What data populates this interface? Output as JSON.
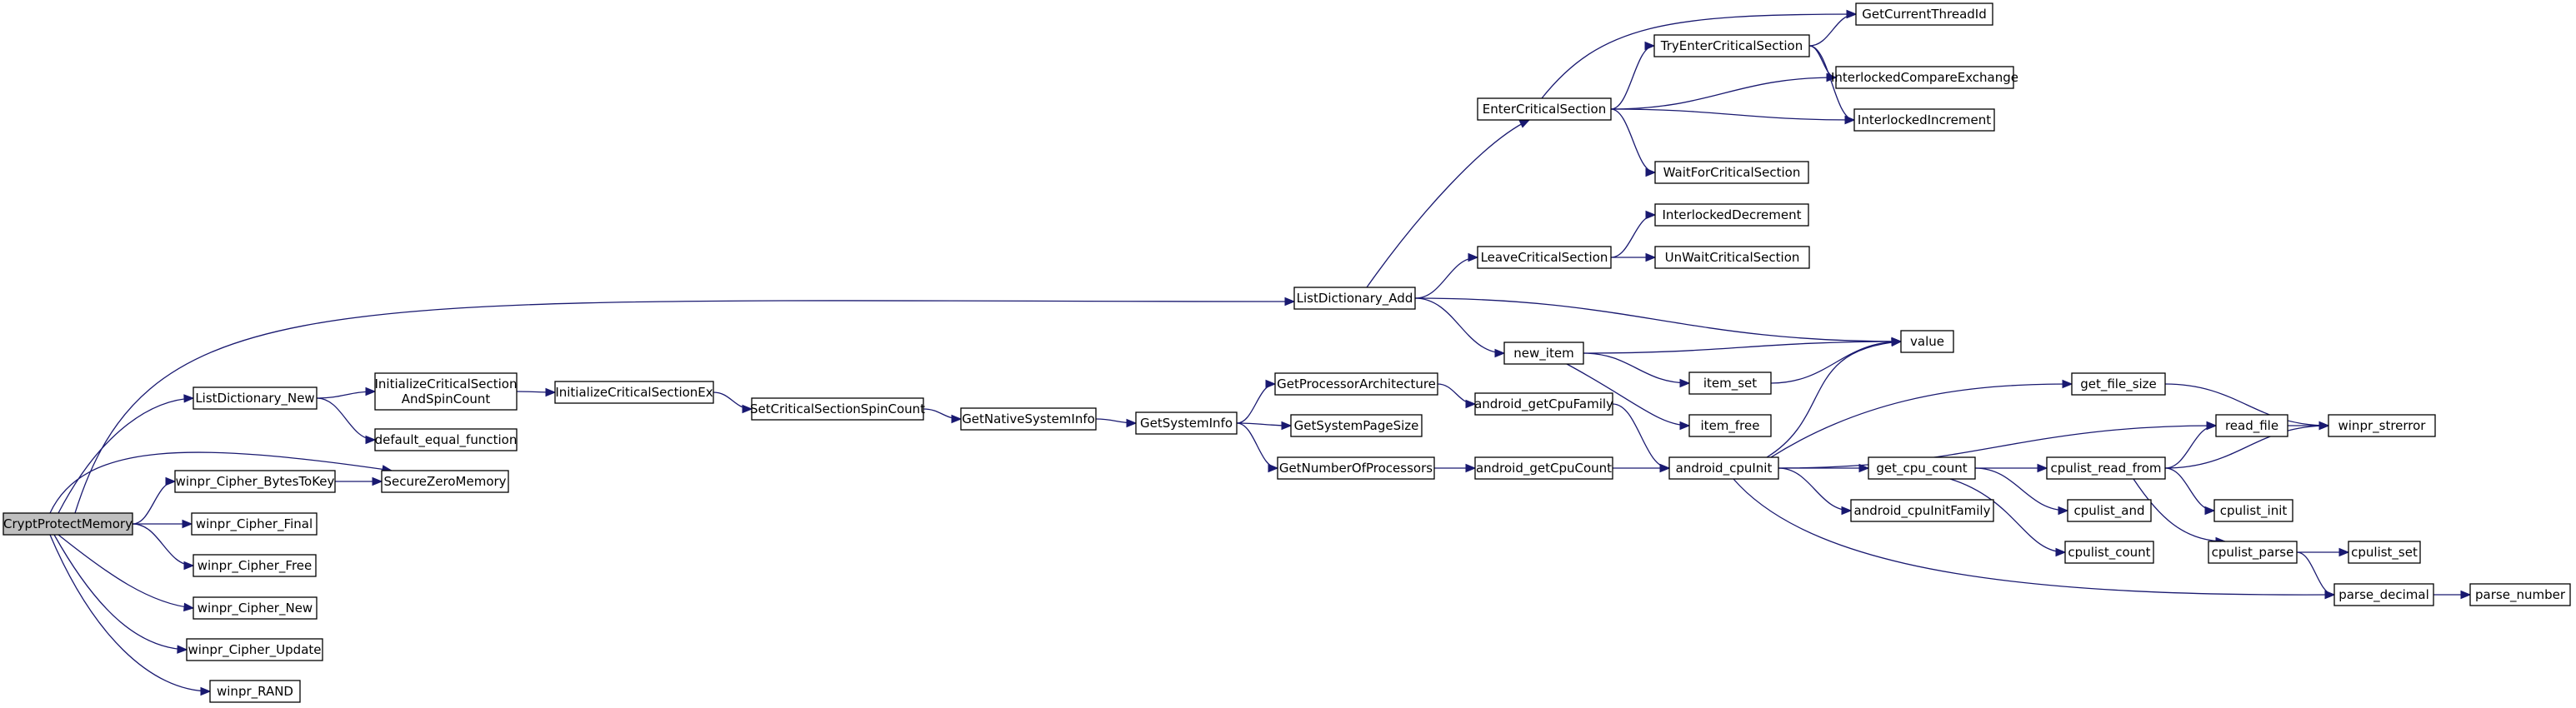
{
  "diagram": {
    "type": "call-graph",
    "colors": {
      "edge": "#191970",
      "node_border": "#000000",
      "root_fill": "#bfbfbf",
      "node_fill": "#ffffff"
    },
    "nodes": [
      {
        "id": "CryptProtectMemory",
        "lines": [
          "CryptProtectMemory"
        ],
        "root": true
      },
      {
        "id": "ListDictionary_Add",
        "lines": [
          "ListDictionary_Add"
        ]
      },
      {
        "id": "ListDictionary_New",
        "lines": [
          "ListDictionary_New"
        ]
      },
      {
        "id": "SecureZeroMemory",
        "lines": [
          "SecureZeroMemory"
        ]
      },
      {
        "id": "winpr_Cipher_BytesToKey",
        "lines": [
          "winpr_Cipher_BytesToKey"
        ]
      },
      {
        "id": "winpr_Cipher_Final",
        "lines": [
          "winpr_Cipher_Final"
        ]
      },
      {
        "id": "winpr_Cipher_Free",
        "lines": [
          "winpr_Cipher_Free"
        ]
      },
      {
        "id": "winpr_Cipher_New",
        "lines": [
          "winpr_Cipher_New"
        ]
      },
      {
        "id": "winpr_Cipher_Update",
        "lines": [
          "winpr_Cipher_Update"
        ]
      },
      {
        "id": "winpr_RAND",
        "lines": [
          "winpr_RAND"
        ]
      },
      {
        "id": "EnterCriticalSection",
        "lines": [
          "EnterCriticalSection"
        ]
      },
      {
        "id": "LeaveCriticalSection",
        "lines": [
          "LeaveCriticalSection"
        ]
      },
      {
        "id": "new_item",
        "lines": [
          "new_item"
        ]
      },
      {
        "id": "value",
        "lines": [
          "value"
        ]
      },
      {
        "id": "TryEnterCriticalSection",
        "lines": [
          "TryEnterCriticalSection"
        ]
      },
      {
        "id": "GetCurrentThreadId",
        "lines": [
          "GetCurrentThreadId"
        ]
      },
      {
        "id": "InterlockedCompareExchange",
        "lines": [
          "InterlockedCompareExchange"
        ]
      },
      {
        "id": "InterlockedIncrement",
        "lines": [
          "InterlockedIncrement"
        ]
      },
      {
        "id": "WaitForCriticalSection",
        "lines": [
          "WaitForCriticalSection"
        ]
      },
      {
        "id": "InterlockedDecrement",
        "lines": [
          "InterlockedDecrement"
        ]
      },
      {
        "id": "UnWaitCriticalSection",
        "lines": [
          "UnWaitCriticalSection"
        ]
      },
      {
        "id": "item_set",
        "lines": [
          "item_set"
        ]
      },
      {
        "id": "item_free",
        "lines": [
          "item_free"
        ]
      },
      {
        "id": "InitializeCriticalSectionAndSpinCount",
        "lines": [
          "InitializeCriticalSection",
          "AndSpinCount"
        ]
      },
      {
        "id": "default_equal_function",
        "lines": [
          "default_equal_function"
        ]
      },
      {
        "id": "InitializeCriticalSectionEx",
        "lines": [
          "InitializeCriticalSectionEx"
        ]
      },
      {
        "id": "SetCriticalSectionSpinCount",
        "lines": [
          "SetCriticalSectionSpinCount"
        ]
      },
      {
        "id": "GetNativeSystemInfo",
        "lines": [
          "GetNativeSystemInfo"
        ]
      },
      {
        "id": "GetSystemInfo",
        "lines": [
          "GetSystemInfo"
        ]
      },
      {
        "id": "GetProcessorArchitecture",
        "lines": [
          "GetProcessorArchitecture"
        ]
      },
      {
        "id": "GetSystemPageSize",
        "lines": [
          "GetSystemPageSize"
        ]
      },
      {
        "id": "GetNumberOfProcessors",
        "lines": [
          "GetNumberOfProcessors"
        ]
      },
      {
        "id": "android_getCpuFamily",
        "lines": [
          "android_getCpuFamily"
        ]
      },
      {
        "id": "android_getCpuCount",
        "lines": [
          "android_getCpuCount"
        ]
      },
      {
        "id": "android_cpuInit",
        "lines": [
          "android_cpuInit"
        ]
      },
      {
        "id": "get_file_size",
        "lines": [
          "get_file_size"
        ]
      },
      {
        "id": "read_file",
        "lines": [
          "read_file"
        ]
      },
      {
        "id": "get_cpu_count",
        "lines": [
          "get_cpu_count"
        ]
      },
      {
        "id": "android_cpuInitFamily",
        "lines": [
          "android_cpuInitFamily"
        ]
      },
      {
        "id": "parse_decimal",
        "lines": [
          "parse_decimal"
        ]
      },
      {
        "id": "winpr_strerror",
        "lines": [
          "winpr_strerror"
        ]
      },
      {
        "id": "cpulist_read_from",
        "lines": [
          "cpulist_read_from"
        ]
      },
      {
        "id": "cpulist_and",
        "lines": [
          "cpulist_and"
        ]
      },
      {
        "id": "cpulist_count",
        "lines": [
          "cpulist_count"
        ]
      },
      {
        "id": "cpulist_init",
        "lines": [
          "cpulist_init"
        ]
      },
      {
        "id": "cpulist_parse",
        "lines": [
          "cpulist_parse"
        ]
      },
      {
        "id": "cpulist_set",
        "lines": [
          "cpulist_set"
        ]
      },
      {
        "id": "parse_number",
        "lines": [
          "parse_number"
        ]
      }
    ],
    "edges": [
      [
        "CryptProtectMemory",
        "ListDictionary_Add"
      ],
      [
        "CryptProtectMemory",
        "ListDictionary_New"
      ],
      [
        "CryptProtectMemory",
        "SecureZeroMemory"
      ],
      [
        "CryptProtectMemory",
        "winpr_Cipher_BytesToKey"
      ],
      [
        "CryptProtectMemory",
        "winpr_Cipher_Final"
      ],
      [
        "CryptProtectMemory",
        "winpr_Cipher_Free"
      ],
      [
        "CryptProtectMemory",
        "winpr_Cipher_New"
      ],
      [
        "CryptProtectMemory",
        "winpr_Cipher_Update"
      ],
      [
        "CryptProtectMemory",
        "winpr_RAND"
      ],
      [
        "ListDictionary_Add",
        "EnterCriticalSection"
      ],
      [
        "ListDictionary_Add",
        "LeaveCriticalSection"
      ],
      [
        "ListDictionary_Add",
        "new_item"
      ],
      [
        "ListDictionary_Add",
        "value"
      ],
      [
        "EnterCriticalSection",
        "TryEnterCriticalSection"
      ],
      [
        "EnterCriticalSection",
        "GetCurrentThreadId"
      ],
      [
        "EnterCriticalSection",
        "InterlockedCompareExchange"
      ],
      [
        "EnterCriticalSection",
        "InterlockedIncrement"
      ],
      [
        "EnterCriticalSection",
        "WaitForCriticalSection"
      ],
      [
        "TryEnterCriticalSection",
        "GetCurrentThreadId"
      ],
      [
        "TryEnterCriticalSection",
        "InterlockedCompareExchange"
      ],
      [
        "TryEnterCriticalSection",
        "InterlockedIncrement"
      ],
      [
        "LeaveCriticalSection",
        "InterlockedDecrement"
      ],
      [
        "LeaveCriticalSection",
        "UnWaitCriticalSection"
      ],
      [
        "new_item",
        "value"
      ],
      [
        "new_item",
        "item_set"
      ],
      [
        "new_item",
        "item_free"
      ],
      [
        "item_set",
        "value"
      ],
      [
        "ListDictionary_New",
        "InitializeCriticalSectionAndSpinCount"
      ],
      [
        "ListDictionary_New",
        "default_equal_function"
      ],
      [
        "InitializeCriticalSectionAndSpinCount",
        "InitializeCriticalSectionEx"
      ],
      [
        "InitializeCriticalSectionEx",
        "SetCriticalSectionSpinCount"
      ],
      [
        "SetCriticalSectionSpinCount",
        "GetNativeSystemInfo"
      ],
      [
        "GetNativeSystemInfo",
        "GetSystemInfo"
      ],
      [
        "GetSystemInfo",
        "GetProcessorArchitecture"
      ],
      [
        "GetSystemInfo",
        "GetSystemPageSize"
      ],
      [
        "GetSystemInfo",
        "GetNumberOfProcessors"
      ],
      [
        "GetProcessorArchitecture",
        "android_getCpuFamily"
      ],
      [
        "GetNumberOfProcessors",
        "android_getCpuCount"
      ],
      [
        "android_getCpuFamily",
        "android_cpuInit"
      ],
      [
        "android_getCpuCount",
        "android_cpuInit"
      ],
      [
        "android_cpuInit",
        "value"
      ],
      [
        "android_cpuInit",
        "get_file_size"
      ],
      [
        "android_cpuInit",
        "read_file"
      ],
      [
        "android_cpuInit",
        "get_cpu_count"
      ],
      [
        "android_cpuInit",
        "android_cpuInitFamily"
      ],
      [
        "android_cpuInit",
        "parse_decimal"
      ],
      [
        "get_file_size",
        "winpr_strerror"
      ],
      [
        "read_file",
        "winpr_strerror"
      ],
      [
        "get_cpu_count",
        "cpulist_read_from"
      ],
      [
        "get_cpu_count",
        "cpulist_and"
      ],
      [
        "get_cpu_count",
        "cpulist_count"
      ],
      [
        "cpulist_read_from",
        "read_file"
      ],
      [
        "cpulist_read_from",
        "winpr_strerror"
      ],
      [
        "cpulist_read_from",
        "cpulist_init"
      ],
      [
        "cpulist_read_from",
        "cpulist_parse"
      ],
      [
        "cpulist_parse",
        "cpulist_set"
      ],
      [
        "cpulist_parse",
        "parse_decimal"
      ],
      [
        "parse_decimal",
        "parse_number"
      ],
      [
        "winpr_Cipher_BytesToKey",
        "SecureZeroMemory"
      ]
    ]
  }
}
